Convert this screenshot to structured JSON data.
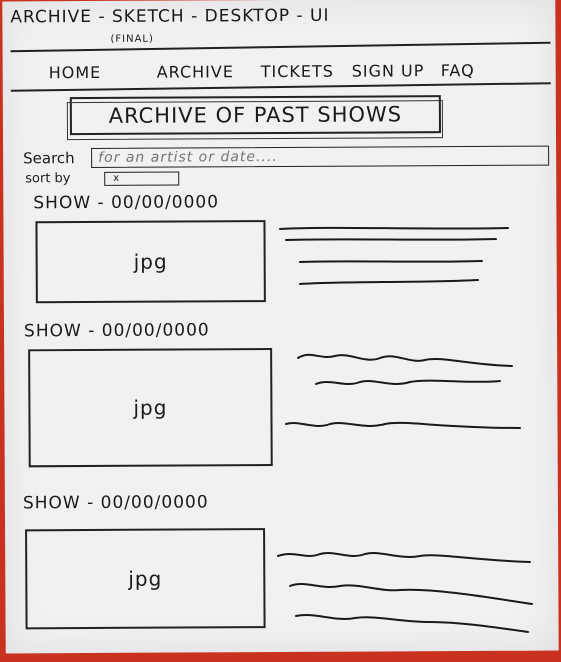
{
  "sketch": {
    "title": "ARCHIVE - SKETCH - DESKTOP - UI",
    "subtitle": "(FINAL)"
  },
  "nav": {
    "items": [
      "HOME",
      "ARCHIVE",
      "TICKETS",
      "SIGN UP",
      "FAQ"
    ]
  },
  "page_title": "ARCHIVE OF PAST SHOWS",
  "search": {
    "label": "Search",
    "placeholder": "for an artist or date...."
  },
  "sort": {
    "label": "sort by",
    "value": "x"
  },
  "shows": [
    {
      "title": "SHOW - 00/00/0000",
      "image_label": "jpg"
    },
    {
      "title": "SHOW - 00/00/0000",
      "image_label": "jpg"
    },
    {
      "title": "SHOW - 00/00/0000",
      "image_label": "jpg"
    }
  ]
}
